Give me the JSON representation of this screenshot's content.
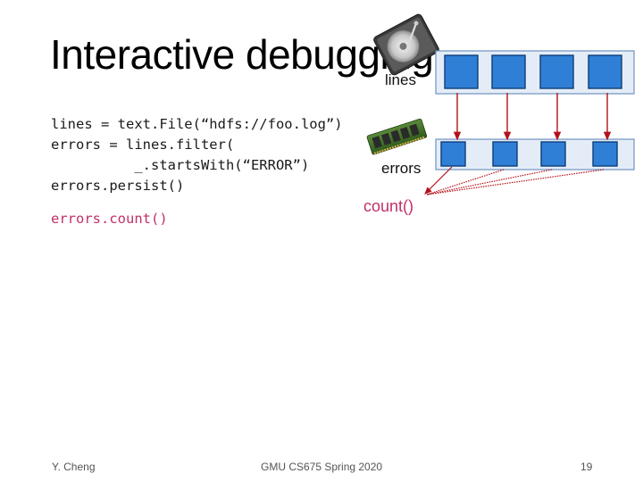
{
  "slide": {
    "title": "Interactive debugging",
    "code_lines": [
      "lines = text.File(“hdfs://foo.log”)",
      "errors = lines.filter(",
      "          _.startsWith(“ERROR”)",
      "errors.persist()"
    ],
    "action_line": "errors.count()"
  },
  "diagram": {
    "lines_label": "lines",
    "errors_label": "errors",
    "count_label": "count()",
    "lines_partitions": 4,
    "errors_partitions": 4
  },
  "footer": {
    "author": "Y. Cheng",
    "course": "GMU CS675 Spring 2020",
    "page": "19"
  },
  "colors": {
    "block_fill": "#2f7fd6",
    "block_stroke": "#0d3e78",
    "container_fill": "#e4edf7",
    "container_stroke": "#6f93c2",
    "arrow": "#b3121a",
    "highlight_text": "#c0306a"
  }
}
